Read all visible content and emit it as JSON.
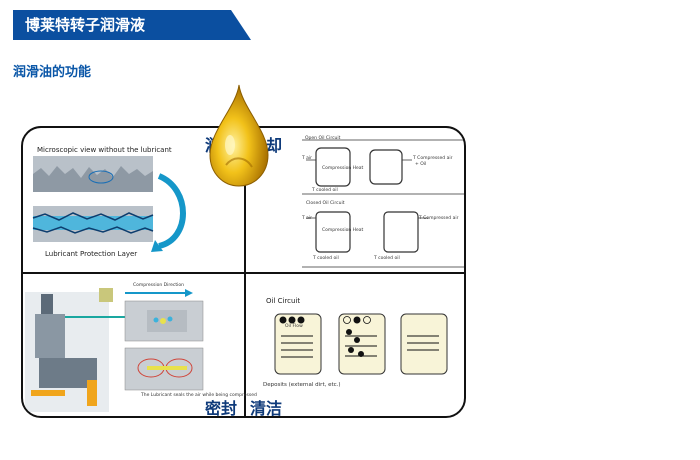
{
  "header": {
    "title": "博莱特转子润滑液"
  },
  "section": {
    "title": "润滑油的功能"
  },
  "quadrants": {
    "lubrication": {
      "title": "润滑",
      "top_caption": "Microscopic view without the lubricant",
      "bottom_caption": "Lubricant Protection Layer"
    },
    "cooling": {
      "title": "冷却",
      "open_label": "Open Oil Circuit",
      "closed_label": "Closed Oil Circuit",
      "t_air": "T air",
      "t_cooled_oil": "T cooled oil",
      "t_compressed_air": "T Compressed air",
      "compression_heat": "Compression Heat",
      "plus_oil": "+ Oil"
    },
    "sealing": {
      "title": "密封",
      "compression_direction": "Compression Direction",
      "note": "The Lubricant seals the air while being compressed"
    },
    "cleaning": {
      "title": "清洁",
      "oil_circuit": "Oil Circuit",
      "oil_flow": "Oil Flow",
      "deposits": "Deposits (external dirt, etc.)"
    }
  },
  "colors": {
    "banner": "#0b4fa0",
    "subtitle": "#0b57a8",
    "quadrant_title": "#0e3a7a",
    "oil_gold": "#e8b400",
    "lubricant_blue": "#4fb6dc"
  }
}
